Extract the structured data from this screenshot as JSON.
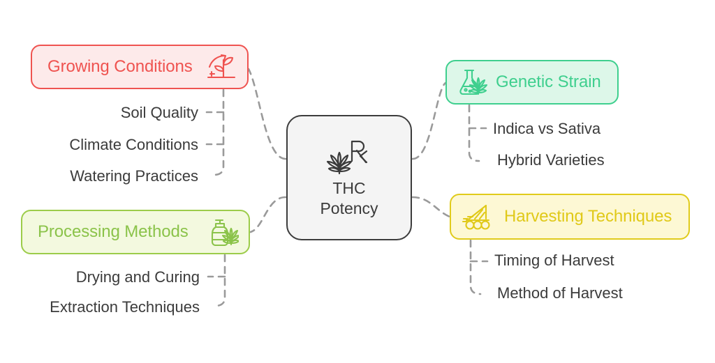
{
  "diagram": {
    "type": "mind-map",
    "center": {
      "title_line1": "THC",
      "title_line2": "Potency",
      "icon": "rx-cannabis-leaf-icon",
      "border_color": "#3c3c3c",
      "fill_color": "#f4f4f4",
      "text_color": "#3b3b3b"
    },
    "branches": [
      {
        "id": "growing",
        "label": "Growing Conditions",
        "icon": "seedling-growth-arrow-icon",
        "icon_side": "right",
        "side": "left",
        "color": "#ef5350",
        "fill": "#fdeaea",
        "children": [
          "Soil Quality",
          "Climate Conditions",
          "Watering Practices"
        ]
      },
      {
        "id": "processing",
        "label": "Processing Methods",
        "icon": "bottle-cannabis-leaf-icon",
        "icon_side": "right",
        "side": "left",
        "color": "#8bc34a",
        "fill": "#f3f9df",
        "children": [
          "Drying and Curing",
          "Extraction Techniques"
        ]
      },
      {
        "id": "genetic",
        "label": "Genetic Strain",
        "icon": "flask-cannabis-leaf-icon",
        "icon_side": "left",
        "side": "right",
        "color": "#3ecf8e",
        "fill": "#ddf7e9",
        "children": [
          "Indica vs Sativa",
          "Hybrid Varieties"
        ]
      },
      {
        "id": "harvest",
        "label": "Harvesting Techniques",
        "icon": "harvester-machine-icon",
        "icon_side": "left",
        "side": "right",
        "color": "#e0c918",
        "fill": "#fdf8d4",
        "children": [
          "Timing of Harvest",
          "Method of Harvest"
        ]
      }
    ],
    "connector": {
      "style": "dashed",
      "color": "#9a9a9a"
    },
    "background": "#ffffff"
  }
}
